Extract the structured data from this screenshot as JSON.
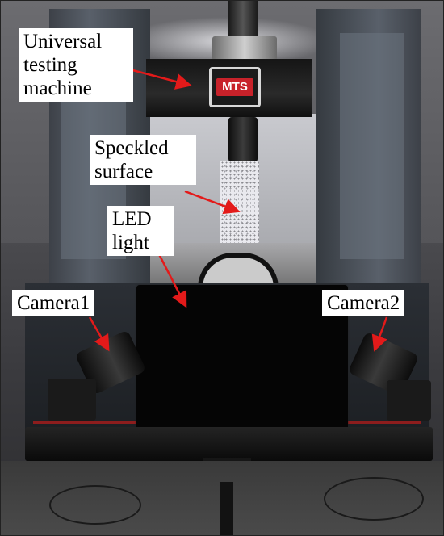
{
  "labels": {
    "machine": "Universal\ntesting\nmachine",
    "surface": "Speckled\nsurface",
    "led": "LED\nlight",
    "camera1": "Camera1",
    "camera2": "Camera2"
  },
  "logo": {
    "text": "MTS"
  },
  "colors": {
    "arrow": "#e31a1a",
    "frame": "#2f343b",
    "specimen": "#e9e9ee",
    "led_panel": "#050505",
    "logo_red": "#c8222a"
  }
}
